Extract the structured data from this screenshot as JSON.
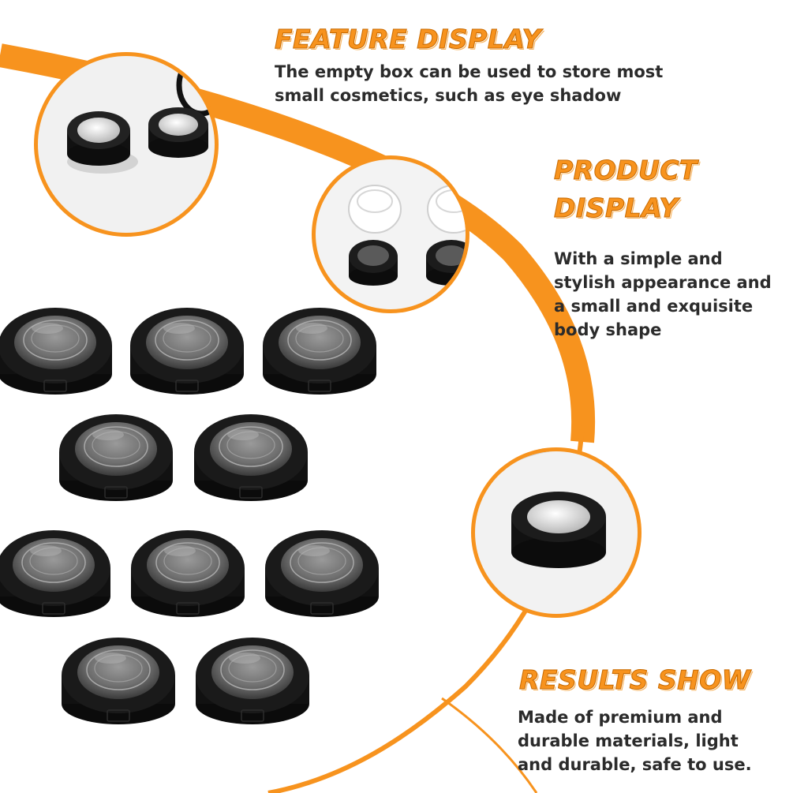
{
  "palette": {
    "accent": "#f7931e",
    "lens_bg": "#f2f2f2",
    "product": "#111111"
  },
  "sections": [
    {
      "heading": [
        "FEATURE DISPLAY"
      ],
      "body": [
        "The empty box can be used to store most",
        "small cosmetics, such as eye shadow"
      ]
    },
    {
      "heading": [
        "PRODUCT",
        "DISPLAY"
      ],
      "body": [
        "With a simple and",
        "stylish appearance and",
        "a small and exquisite",
        "body shape"
      ]
    },
    {
      "heading": [
        "RESULTS SHOW"
      ],
      "body": [
        "Made of premium and",
        "durable materials, light",
        "and durable, safe to use."
      ]
    }
  ]
}
